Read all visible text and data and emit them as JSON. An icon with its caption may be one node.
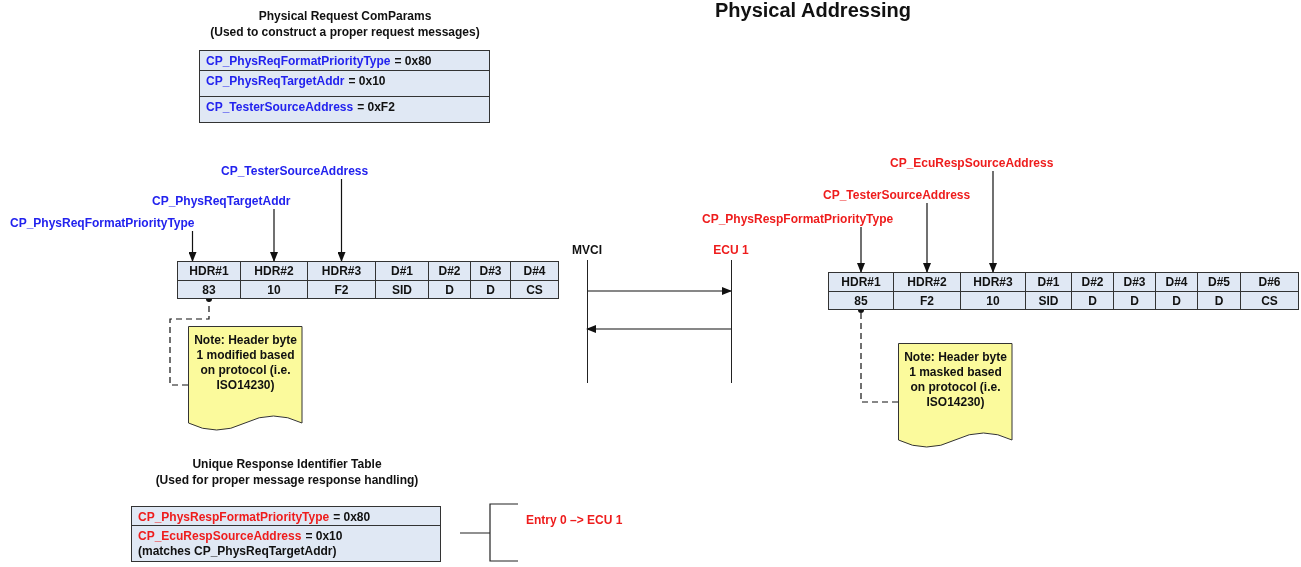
{
  "diagram": {
    "title": "Physical Addressing",
    "nodes": [
      {
        "text": [
          "Physical Request ComParams",
          "(Used to construct a proper request messages)"
        ]
      },
      {
        "text": [
          "CP_PhysReqFormatPriorityType",
          "= 0x80"
        ],
        "in": 0
      },
      {
        "text": [
          "CP_PhysReqTargetAddr",
          "= 0x10"
        ],
        "in": 0
      },
      {
        "text": [
          "CP_TesterSourceAddress",
          "= 0xF2"
        ],
        "in": 0
      },
      {
        "text": [
          "CP_PhysReqFormatPriorityType"
        ]
      },
      {
        "text": [
          "CP_PhysReqTargetAddr"
        ]
      },
      {
        "text": [
          "CP_TesterSourceAddress"
        ]
      },
      {
        "text": [
          "HDR#1",
          "83"
        ]
      },
      {
        "text": [
          "HDR#2",
          "10"
        ]
      },
      {
        "text": [
          "HDR#3",
          "F2"
        ]
      },
      {
        "text": [
          "D#1",
          "SID"
        ]
      },
      {
        "text": [
          "D#2",
          "D"
        ]
      },
      {
        "text": [
          "D#3",
          "D"
        ]
      },
      {
        "text": [
          "D#4",
          "CS"
        ]
      },
      {
        "text": [
          "Note: Header byte 1 modified based on protocol (i.e. ISO14230)"
        ]
      },
      {
        "text": [
          "MVCI"
        ]
      },
      {
        "text": [
          "ECU 1"
        ]
      },
      {
        "text": [
          "CP_PhysRespFormatPriorityType"
        ]
      },
      {
        "text": [
          "CP_TesterSourceAddress"
        ]
      },
      {
        "text": [
          "CP_EcuRespSourceAddress"
        ]
      },
      {
        "text": [
          "HDR#1",
          "85"
        ]
      },
      {
        "text": [
          "HDR#2",
          "F2"
        ]
      },
      {
        "text": [
          "HDR#3",
          "10"
        ]
      },
      {
        "text": [
          "D#1",
          "SID"
        ]
      },
      {
        "text": [
          "D#2",
          "D"
        ]
      },
      {
        "text": [
          "D#3",
          "D"
        ]
      },
      {
        "text": [
          "D#4",
          "D"
        ]
      },
      {
        "text": [
          "D#5",
          "D"
        ]
      },
      {
        "text": [
          "D#6",
          "CS"
        ]
      },
      {
        "text": [
          "Note: Header byte 1 masked based on protocol (i.e. ISO14230)"
        ]
      },
      {
        "text": [
          "Unique Response Identifier Table",
          "(Used for proper message response handling)"
        ]
      },
      {
        "text": [
          "CP_PhysRespFormatPriorityType",
          "= 0x80"
        ],
        "in": 30
      },
      {
        "text": [
          "CP_EcuRespSourceAddress",
          "= 0x10",
          "(matches CP_PhysReqTargetAddr)"
        ],
        "in": 30
      }
    ],
    "edges": [
      {
        "from": 4,
        "to": 7,
        "arrow": "to"
      },
      {
        "from": 5,
        "to": 8,
        "arrow": "to"
      },
      {
        "from": 6,
        "to": 9,
        "arrow": "to"
      },
      {
        "from": 14,
        "to": 7,
        "arrow": "other",
        "style": "dashed"
      },
      {
        "from": 15,
        "to": 16,
        "arrow": "to"
      },
      {
        "from": 16,
        "to": 15,
        "arrow": "to"
      },
      {
        "from": 17,
        "to": 20,
        "arrow": "to"
      },
      {
        "from": 18,
        "to": 21,
        "arrow": "to"
      },
      {
        "from": 19,
        "to": 22,
        "arrow": "to"
      },
      {
        "from": 29,
        "to": 20,
        "arrow": "other",
        "style": "dashed"
      }
    ],
    "labels": [
      "Entry 0 –> ECU 1"
    ]
  }
}
